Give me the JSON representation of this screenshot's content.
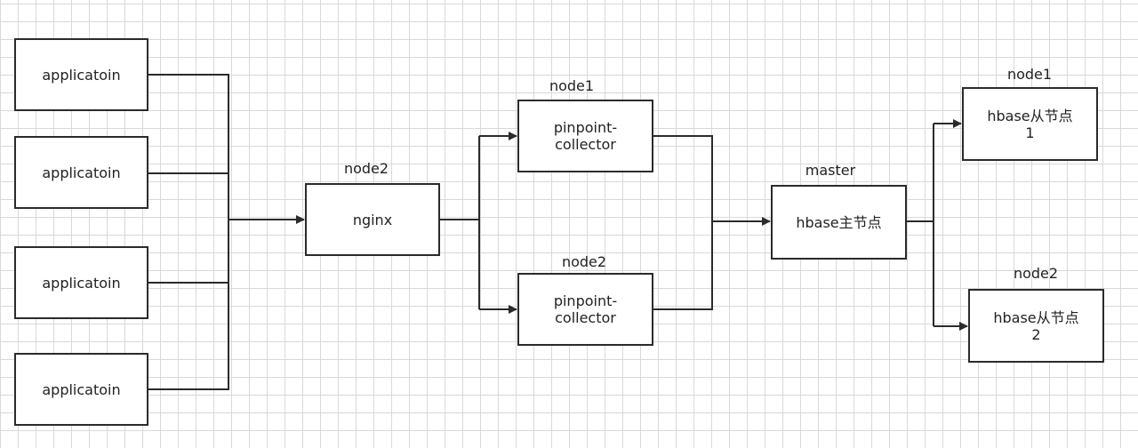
{
  "diagram": {
    "app_nodes": [
      {
        "label": "applicatoin"
      },
      {
        "label": "applicatoin"
      },
      {
        "label": "applicatoin"
      },
      {
        "label": "applicatoin"
      }
    ],
    "nginx": {
      "caption": "node2",
      "label": "nginx"
    },
    "collectors": [
      {
        "caption": "node1",
        "label": "pinpoint-\ncollector"
      },
      {
        "caption": "node2",
        "label": "pinpoint-\ncollector"
      }
    ],
    "hbase_master": {
      "caption": "master",
      "label": "hbase主节点"
    },
    "hbase_slaves": [
      {
        "caption": "node1",
        "label": "hbase从节点\n1"
      },
      {
        "caption": "node2",
        "label": "hbase从节点\n2"
      }
    ]
  },
  "colors": {
    "line": "#2b2b2b",
    "grid": "#d9d9d9",
    "background": "#ffffff"
  }
}
